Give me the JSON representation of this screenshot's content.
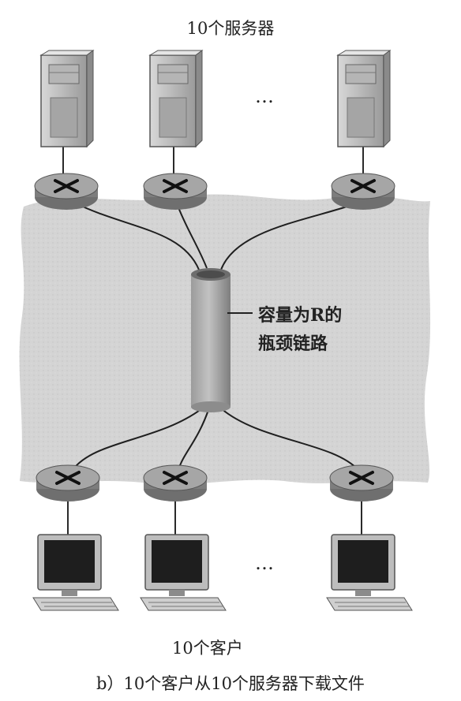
{
  "diagram": {
    "top_label": "10个服务器",
    "bottom_label": "10个客户",
    "link_label_line1": "容量为R的",
    "link_label_line2": "瓶颈链路",
    "ellipsis_top": "…",
    "ellipsis_bottom": "…",
    "caption": "b）10个客户从10个服务器下载文件"
  },
  "icons": {
    "server": "server-icon",
    "router": "router-icon",
    "client": "desktop-computer-icon"
  },
  "colors": {
    "cloud": "#d6d6d6",
    "pipe": "#a9a9a9",
    "router": "#9a9a9a",
    "server_body": "#c9c9c9",
    "screen": "#1e1e1e"
  }
}
